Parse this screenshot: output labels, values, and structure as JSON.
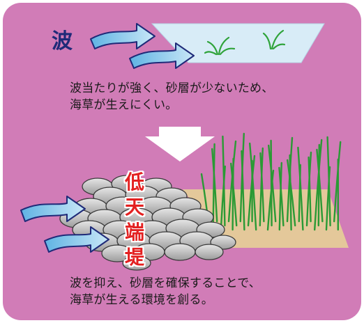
{
  "top": {
    "wave_label": "波",
    "desc_line1": "波当たりが強く、砂層が少ないため、",
    "desc_line2": "海草が生えにくい。"
  },
  "bottom": {
    "embankment_label": [
      "低",
      "天",
      "端",
      "堤"
    ],
    "desc_line1": "波を抑え、砂層を確保することで、",
    "desc_line2": "海草が生える環境を創る。"
  },
  "colors": {
    "background": "#d17cb7",
    "arrow_fill": "#9fd0ea",
    "arrow_stroke": "#1f2a78",
    "sea_plane": "#d8ecf7",
    "sand_plane": "#e4c89a",
    "seagrass": "#2fa33a",
    "stone": "#bdbdbd",
    "label_red": "#e32020"
  }
}
